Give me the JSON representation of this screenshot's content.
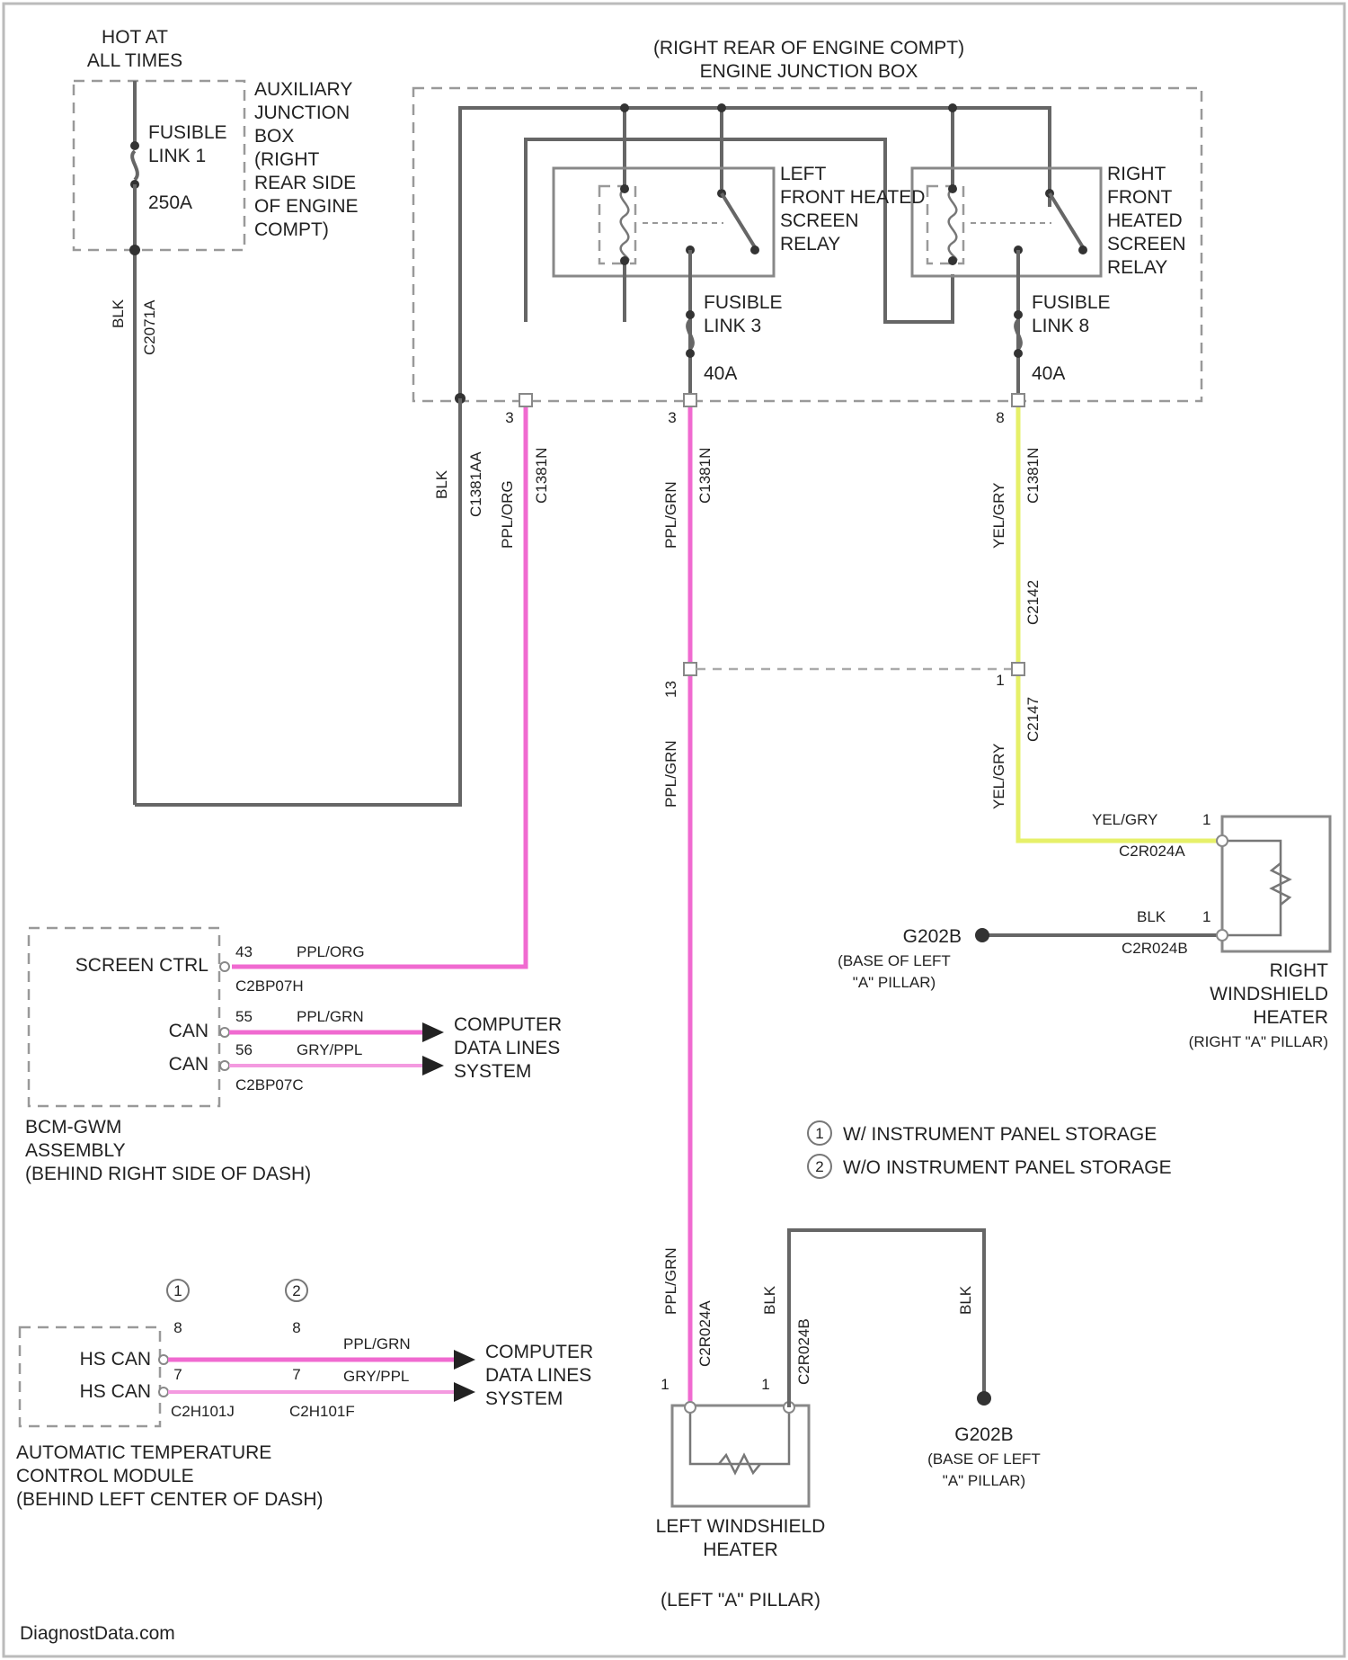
{
  "aux_box": {
    "hot": [
      "HOT AT",
      "ALL TIMES"
    ],
    "label": [
      "AUXILIARY",
      "JUNCTION",
      "BOX",
      "(RIGHT",
      "REAR SIDE",
      "OF ENGINE",
      "COMPT)"
    ],
    "fuse": [
      "FUSIBLE",
      "LINK 1"
    ],
    "rating": "250A",
    "wire_color": "BLK",
    "connector": "C2071A"
  },
  "engine_box": {
    "location": "(RIGHT REAR OF ENGINE COMPT)",
    "title": "ENGINE JUNCTION BOX",
    "left_relay": [
      "LEFT",
      "FRONT HEATED",
      "SCREEN",
      "RELAY"
    ],
    "right_relay": [
      "RIGHT",
      "FRONT",
      "HEATED",
      "SCREEN",
      "RELAY"
    ],
    "fuse_left": [
      "FUSIBLE",
      "LINK 3"
    ],
    "fuse_right": [
      "FUSIBLE",
      "LINK 8"
    ],
    "rating_left": "40A",
    "rating_right": "40A"
  },
  "wires": {
    "blk": "BLK",
    "blk_conn": "C1381AA",
    "ppl_org": "PPL/ORG",
    "ppl_org_conn": "C1381N",
    "ppl_org_pin": "3",
    "ppl_grn": "PPL/GRN",
    "ppl_grn_conn": "C1381N",
    "ppl_grn_pin": "3",
    "yel_gry": "YEL/GRY",
    "yel_gry_conn": "C1381N",
    "yel_gry_pin": "8",
    "splice_pin": "13",
    "c2142": "C2142",
    "c2147": "C2147",
    "c2147_pin": "1",
    "ppl_grn_lower": "PPL/GRN"
  },
  "bcm": {
    "label": [
      "BCM-GWM",
      "ASSEMBLY",
      "(BEHIND RIGHT SIDE OF DASH)"
    ],
    "screen_ctrl": "SCREEN CTRL",
    "can_hi": "CAN",
    "can_lo": "CAN",
    "pin_screen": "43",
    "pin_can_hi": "55",
    "pin_can_lo": "56",
    "wire_screen": "PPL/ORG",
    "wire_can_hi": "PPL/GRN",
    "wire_can_lo": "GRY/PPL",
    "conn_a": "C2BP07H",
    "conn_b": "C2BP07C",
    "data_lines": [
      "COMPUTER",
      "DATA LINES",
      "SYSTEM"
    ]
  },
  "atc": {
    "label": [
      "AUTOMATIC TEMPERATURE",
      "CONTROL MODULE",
      "(BEHIND LEFT CENTER OF DASH)"
    ],
    "hs_can_hi": "HS CAN",
    "hs_can_lo": "HS CAN",
    "pin_1": "8",
    "pin_2": "7",
    "pin_3": "8",
    "pin_4": "7",
    "wire_hi": "PPL/GRN",
    "wire_lo": "GRY/PPL",
    "conn_1": "C2H101J",
    "conn_2": "C2H101F",
    "data_lines": [
      "COMPUTER",
      "DATA LINES",
      "SYSTEM"
    ]
  },
  "right_heater": {
    "label": [
      "RIGHT",
      "WINDSHIELD",
      "HEATER",
      "(RIGHT \"A\" PILLAR)"
    ],
    "wire_pwr": "YEL/GRY",
    "wire_gnd": "BLK",
    "pin_pwr": "1",
    "pin_gnd": "1",
    "conn_pwr": "C2R024A",
    "conn_gnd": "C2R024B",
    "ground": "G202B",
    "ground_loc": [
      "(BASE OF LEFT",
      "\"A\" PILLAR)"
    ]
  },
  "left_heater": {
    "label": [
      "LEFT WINDSHIELD",
      "HEATER"
    ],
    "loc": "(LEFT \"A\" PILLAR)",
    "wire_pwr": "PPL/GRN",
    "wire_gnd": "BLK",
    "wire_gnd2": "BLK",
    "conn_pwr": "C2R024A",
    "conn_gnd": "C2R024B",
    "pin_pwr": "1",
    "pin_gnd": "1",
    "ground": "G202B",
    "ground_loc": [
      "(BASE OF LEFT",
      "\"A\" PILLAR)"
    ]
  },
  "legend": [
    {
      "mark": "1",
      "text": "W/ INSTRUMENT PANEL STORAGE"
    },
    {
      "mark": "2",
      "text": "W/O INSTRUMENT PANEL STORAGE"
    }
  ],
  "footer": "DiagnostData.com"
}
